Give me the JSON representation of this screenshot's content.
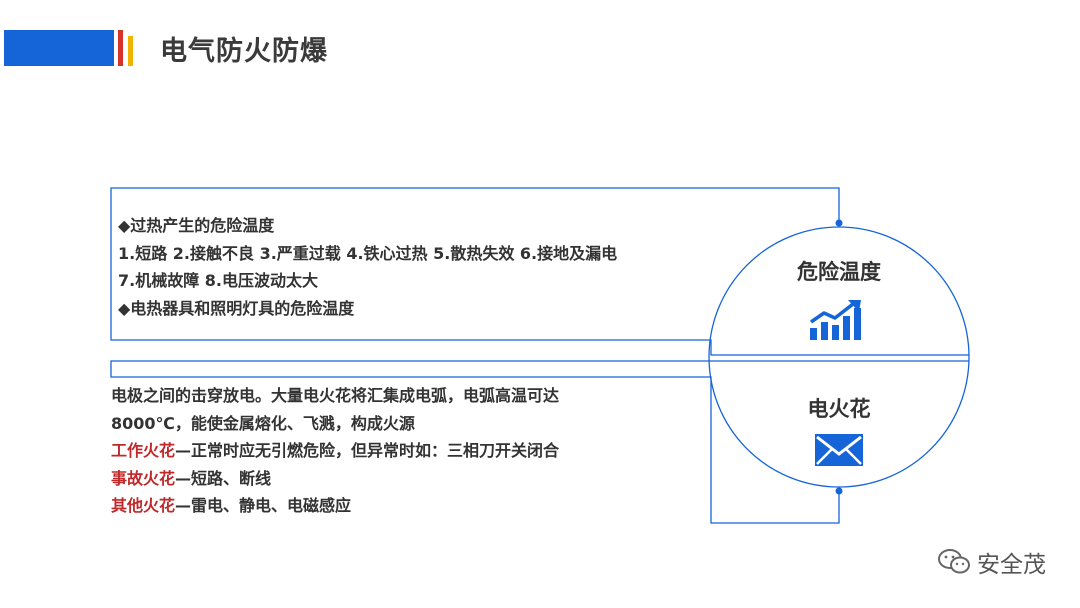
{
  "title": "电气防火防爆",
  "panel_top": {
    "lines": [
      "◆过热产生的危险温度",
      "1.短路 2.接触不良 3.严重过载 4.铁心过热 5.散热失效 6.接地及漏电",
      "7.机械故障 8.电压波动太大",
      "◆电热器具和照明灯具的危险温度"
    ]
  },
  "panel_bottom": {
    "intro_lines": [
      "电极之间的击穿放电。大量电火花将汇集成电弧，电弧高温可达",
      "8000℃，能使金属熔化、飞溅，构成火源"
    ],
    "items": [
      {
        "label": "工作火花",
        "text": "—正常时应无引燃危险，但异常时如：三相刀开关闭合"
      },
      {
        "label": "事故火花",
        "text": "—短路、断线"
      },
      {
        "label": "其他火花",
        "text": "—雷电、静电、电磁感应"
      }
    ]
  },
  "circle_top": {
    "label": "危险温度",
    "icon": "chart-up-icon"
  },
  "circle_bottom": {
    "label": "电火花",
    "icon": "mail-icon"
  },
  "watermark": {
    "text": "安全茂",
    "icon": "wechat-icon"
  },
  "colors": {
    "brand_blue": "#1565d8",
    "accent_red": "#d8332a",
    "accent_yellow": "#f2b400",
    "highlight_red": "#c0292b"
  }
}
